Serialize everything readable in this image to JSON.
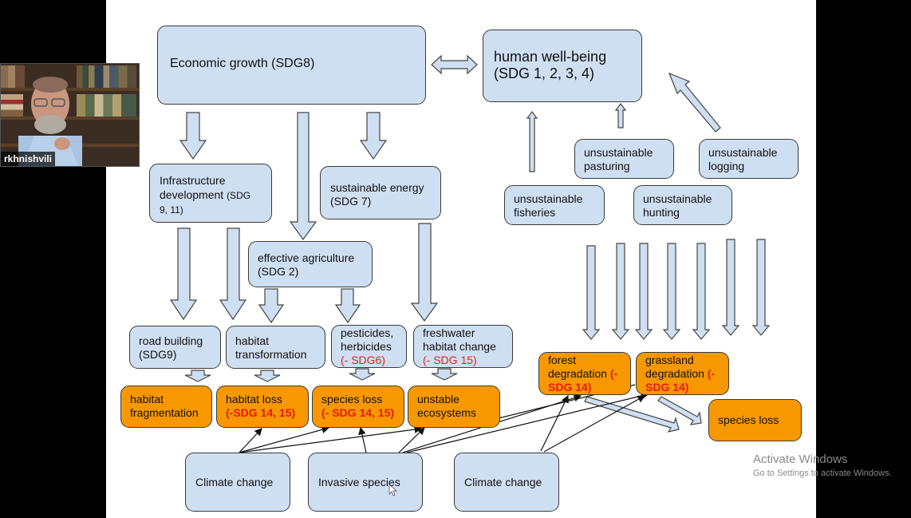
{
  "video_call": {
    "participant_name": "rkhnishvili"
  },
  "diagram": {
    "nodes": {
      "economic_growth": "Economic growth (SDG8)",
      "human_wellbeing_line1": "human well-being",
      "human_wellbeing_line2": "(SDG 1, 2, 3, 4)",
      "infrastructure_line1": "Infrastructure",
      "infrastructure_line2": "development",
      "infrastructure_sdg": "(SDG",
      "infrastructure_line3": "9, 11)",
      "sustainable_energy_line1": "sustainable energy",
      "sustainable_energy_line2": "(SDG 7)",
      "effective_agriculture_line1": "effective agriculture",
      "effective_agriculture_line2": "(SDG 2)",
      "unsustainable_pasturing_line1": "unsustainable",
      "unsustainable_pasturing_line2": "pasturing",
      "unsustainable_logging_line1": "unsustainable",
      "unsustainable_logging_line2": "logging",
      "unsustainable_fisheries_line1": "unsustainable",
      "unsustainable_fisheries_line2": "fisheries",
      "unsustainable_hunting_line1": "unsustainable",
      "unsustainable_hunting_line2": "hunting",
      "road_building_line1": "road building",
      "road_building_line2": "(SDG9)",
      "habitat_transformation_line1": "habitat",
      "habitat_transformation_line2": "transformation",
      "pesticides_line1": "pesticides,",
      "pesticides_line2": "herbicides",
      "pesticides_sdg": "(- SDG6)",
      "freshwater_line1": "freshwater",
      "freshwater_line2": "habitat change",
      "freshwater_sdg": "(- SDG 15)",
      "habitat_fragmentation_line1": "habitat",
      "habitat_fragmentation_line2": "fragmentation",
      "habitat_loss_line1": "habitat loss",
      "habitat_loss_sdg": "(-SDG 14, 15)",
      "species_loss_line1": "species loss",
      "species_loss_sdg": "(- SDG 14, 15)",
      "unstable_ecosystems_line1": "unstable",
      "unstable_ecosystems_line2": "ecosystems",
      "forest_degradation_line1": "forest",
      "forest_degradation_line2": "degradation",
      "forest_degradation_sdg_a": "(-",
      "forest_degradation_sdg_b": "SDG 14)",
      "grassland_degradation_line1": "grassland",
      "grassland_degradation_line2": "degradation",
      "grassland_degradation_sdg_a": "(-",
      "grassland_degradation_sdg_b": "SDG 14)",
      "species_loss_right": "species loss",
      "climate_change_left": "Climate change",
      "invasive_species": "Invasive species",
      "climate_change_right": "Climate change"
    },
    "colors": {
      "node_blue": "#cfdff2",
      "node_orange": "#f79800",
      "sdg_negative_red": "#e61a10"
    }
  },
  "watermark": {
    "title": "Activate Windows",
    "subtitle": "Go to Settings to activate Windows."
  }
}
